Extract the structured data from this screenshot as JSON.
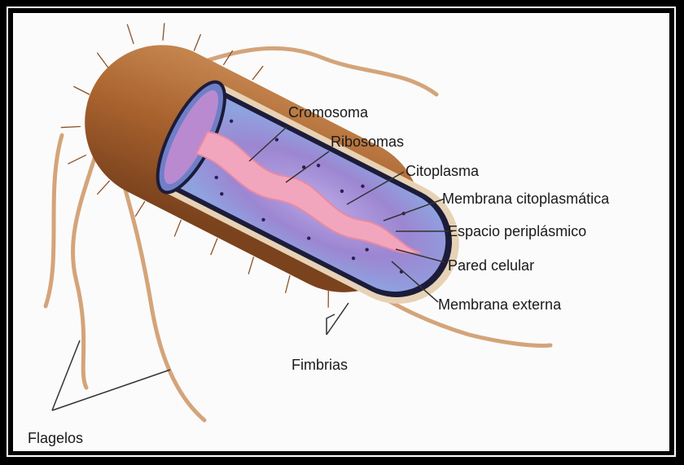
{
  "labels": {
    "cromosoma": "Cromosoma",
    "ribosomas": "Ribosomas",
    "citoplasma": "Citoplasma",
    "membrana_citoplasmatica": "Membrana  citoplasmática",
    "espacio_periplasmico": "Espacio  periplásmico",
    "pared_celular": "Pared celular",
    "membrana_externa": "Membrana  externa",
    "fimbrias": "Fimbrias",
    "flagelos": "Flagelos"
  },
  "colors": {
    "frame": "#000000",
    "background": "#fbfbfb",
    "outer_membrane": "#b5703a",
    "outer_membrane_dark": "#7e4520",
    "flagella": "#d9a97e",
    "wall_rim": "#e7d2b5",
    "membrane_dark": "#1c1c3a",
    "cytoplasm": "#a9aee6",
    "cytoplasm_violet": "#8a5fb8",
    "chromosome": "#f0a0b8",
    "ribosome": "#2a1f55",
    "leader_line": "#333333"
  }
}
